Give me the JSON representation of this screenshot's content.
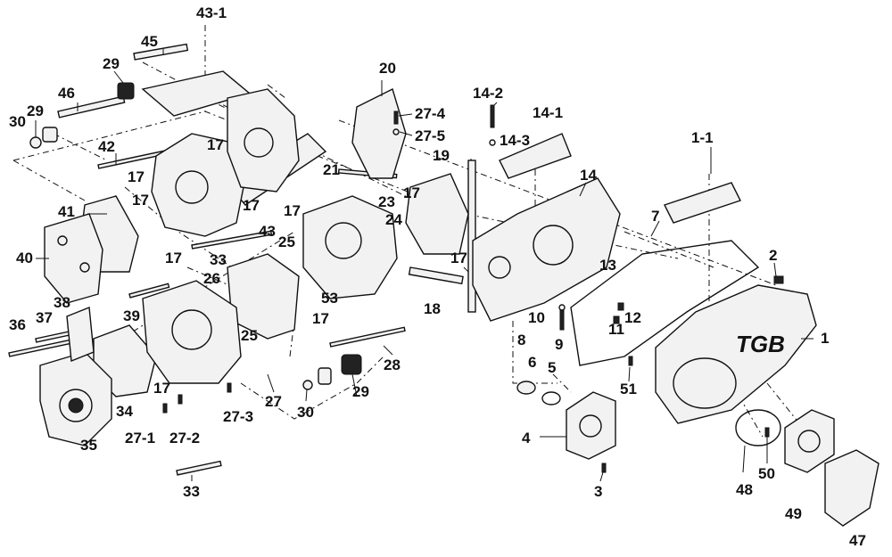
{
  "diagram": {
    "brand_logo_text": "TGB",
    "callouts": [
      {
        "id": "43-1",
        "text": "43-1"
      },
      {
        "id": "45",
        "text": "45"
      },
      {
        "id": "29a",
        "text": "29"
      },
      {
        "id": "46",
        "text": "46"
      },
      {
        "id": "30a",
        "text": "30"
      },
      {
        "id": "29b",
        "text": "29"
      },
      {
        "id": "42",
        "text": "42"
      },
      {
        "id": "17a",
        "text": "17"
      },
      {
        "id": "17b",
        "text": "17"
      },
      {
        "id": "17c",
        "text": "17"
      },
      {
        "id": "17d",
        "text": "17"
      },
      {
        "id": "41",
        "text": "41"
      },
      {
        "id": "40",
        "text": "40"
      },
      {
        "id": "43",
        "text": "43"
      },
      {
        "id": "17e",
        "text": "17"
      },
      {
        "id": "33a",
        "text": "33"
      },
      {
        "id": "20",
        "text": "20"
      },
      {
        "id": "27-4",
        "text": "27-4"
      },
      {
        "id": "27-5",
        "text": "27-5"
      },
      {
        "id": "21",
        "text": "21"
      },
      {
        "id": "17f",
        "text": "17"
      },
      {
        "id": "23",
        "text": "23"
      },
      {
        "id": "24",
        "text": "24"
      },
      {
        "id": "25a",
        "text": "25"
      },
      {
        "id": "26",
        "text": "26"
      },
      {
        "id": "53",
        "text": "53"
      },
      {
        "id": "17g",
        "text": "17"
      },
      {
        "id": "38",
        "text": "38"
      },
      {
        "id": "37",
        "text": "37"
      },
      {
        "id": "36",
        "text": "36"
      },
      {
        "id": "39",
        "text": "39"
      },
      {
        "id": "25b",
        "text": "25"
      },
      {
        "id": "17h",
        "text": "17"
      },
      {
        "id": "34",
        "text": "34"
      },
      {
        "id": "35",
        "text": "35"
      },
      {
        "id": "27-1",
        "text": "27-1"
      },
      {
        "id": "27-2",
        "text": "27-2"
      },
      {
        "id": "27-3",
        "text": "27-3"
      },
      {
        "id": "33b",
        "text": "33"
      },
      {
        "id": "27",
        "text": "27"
      },
      {
        "id": "30b",
        "text": "30"
      },
      {
        "id": "29c",
        "text": "29"
      },
      {
        "id": "28",
        "text": "28"
      },
      {
        "id": "18",
        "text": "18"
      },
      {
        "id": "19",
        "text": "19"
      },
      {
        "id": "17i",
        "text": "17"
      },
      {
        "id": "17j",
        "text": "17"
      },
      {
        "id": "14-2",
        "text": "14-2"
      },
      {
        "id": "14-3",
        "text": "14-3"
      },
      {
        "id": "14-1",
        "text": "14-1"
      },
      {
        "id": "14",
        "text": "14"
      },
      {
        "id": "13",
        "text": "13"
      },
      {
        "id": "7",
        "text": "7"
      },
      {
        "id": "1-1",
        "text": "1-1"
      },
      {
        "id": "2",
        "text": "2"
      },
      {
        "id": "1",
        "text": "1"
      },
      {
        "id": "12",
        "text": "12"
      },
      {
        "id": "11",
        "text": "11"
      },
      {
        "id": "10",
        "text": "10"
      },
      {
        "id": "8",
        "text": "8"
      },
      {
        "id": "9",
        "text": "9"
      },
      {
        "id": "6",
        "text": "6"
      },
      {
        "id": "5",
        "text": "5"
      },
      {
        "id": "51",
        "text": "51"
      },
      {
        "id": "4",
        "text": "4"
      },
      {
        "id": "3",
        "text": "3"
      },
      {
        "id": "48",
        "text": "48"
      },
      {
        "id": "50",
        "text": "50"
      },
      {
        "id": "49",
        "text": "49"
      },
      {
        "id": "47",
        "text": "47"
      }
    ]
  }
}
